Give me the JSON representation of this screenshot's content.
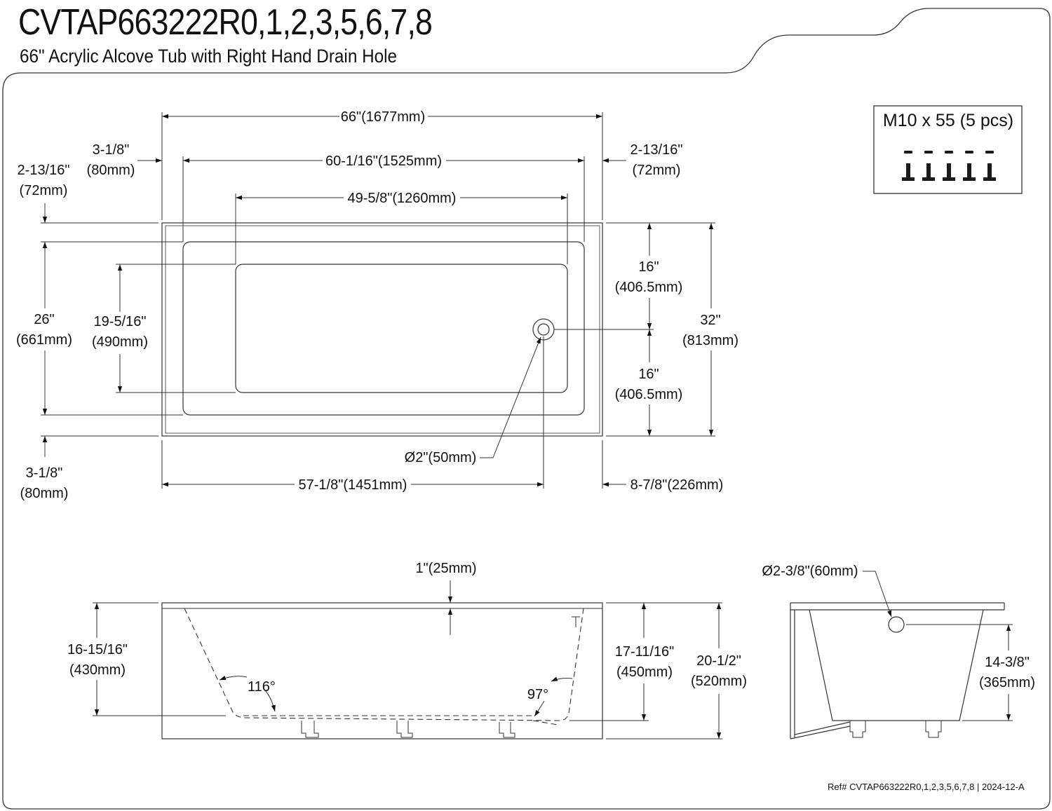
{
  "header": {
    "model": "CVTAP663222R0,1,2,3,5,6,7,8",
    "description": "66\" Acrylic Alcove Tub with Right Hand Drain Hole"
  },
  "hardware": {
    "label": "M10 x 55 (5 pcs)"
  },
  "top_view": {
    "overall_length": "66\"(1677mm)",
    "inner_length": "60-1/16\"(1525mm)",
    "floor_length": "49-5/8\"(1260mm)",
    "left_rim_in": "3-1/8\"",
    "left_rim_mm": "(80mm)",
    "left_back_in": "2-13/16\"",
    "left_back_mm": "(72mm)",
    "right_rim_in": "2-13/16\"",
    "right_rim_mm": "(72mm)",
    "inner_width_in": "26\"",
    "inner_width_mm": "(661mm)",
    "floor_width_in": "19-5/16\"",
    "floor_width_mm": "(490mm)",
    "bottom_rim_in": "3-1/8\"",
    "bottom_rim_mm": "(80mm)",
    "drain_upper_in": "16\"",
    "drain_upper_mm": "(406.5mm)",
    "drain_lower_in": "16\"",
    "drain_lower_mm": "(406.5mm)",
    "overall_width_in": "32\"",
    "overall_width_mm": "(813mm)",
    "drain_dia": "Ø2\"(50mm)",
    "drain_from_left": "57-1/8\"(1451mm)",
    "drain_from_right": "8-7/8\"(226mm)"
  },
  "side_view": {
    "rim_thickness": "1\"(25mm)",
    "inner_depth_in": "16-15/16\"",
    "inner_depth_mm": "(430mm)",
    "angle_left": "116°",
    "angle_right": "97°",
    "depth_in": "17-11/16\"",
    "depth_mm": "(450mm)",
    "height_in": "20-1/2\"",
    "height_mm": "(520mm)"
  },
  "end_view": {
    "overflow_dia": "Ø2-3/8\"(60mm)",
    "overflow_height_in": "14-3/8\"",
    "overflow_height_mm": "(365mm)"
  },
  "footer": {
    "ref": "Ref# CVTAP663222R0,1,2,3,5,6,7,8 | 2024-12-A"
  }
}
